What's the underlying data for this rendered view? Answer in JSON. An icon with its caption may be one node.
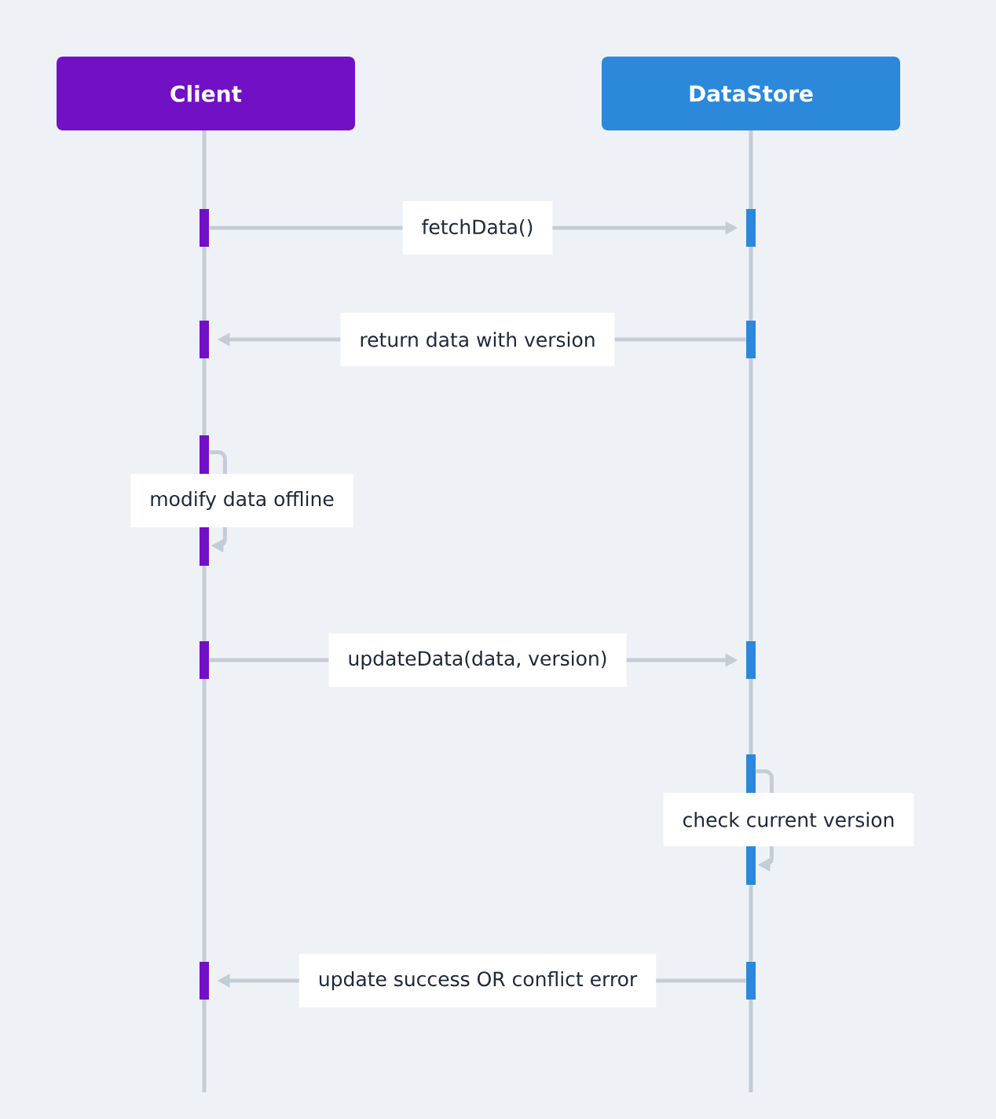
{
  "diagram": {
    "nodes": [
      {
        "text": [
          "Client"
        ]
      },
      {
        "text": [
          "DataStore"
        ]
      },
      {
        "text": [],
        "shape": "bar"
      },
      {
        "text": [],
        "shape": "bar"
      },
      {
        "text": [],
        "shape": "bar"
      },
      {
        "text": [],
        "shape": "bar"
      },
      {
        "text": [],
        "shape": "bar"
      },
      {
        "text": [],
        "shape": "bar"
      },
      {
        "text": [],
        "shape": "bar"
      },
      {
        "text": [],
        "shape": "bar"
      },
      {
        "text": [],
        "shape": "bar"
      },
      {
        "text": [],
        "shape": "bar"
      }
    ],
    "edges": [
      {
        "from": 2,
        "to": 3,
        "arrow": "to",
        "label": "fetchData()"
      },
      {
        "from": 5,
        "to": 4,
        "arrow": "to",
        "label": "return data with version"
      },
      {
        "from": 6,
        "to": 6,
        "arrow": "to",
        "label": "modify data offline"
      },
      {
        "from": 7,
        "to": 8,
        "arrow": "to",
        "label": "updateData(data, version)"
      },
      {
        "from": 9,
        "to": 9,
        "arrow": "to",
        "label": "check current version"
      },
      {
        "from": 11,
        "to": 10,
        "arrow": "to",
        "label": "update success OR conflict error"
      }
    ]
  }
}
